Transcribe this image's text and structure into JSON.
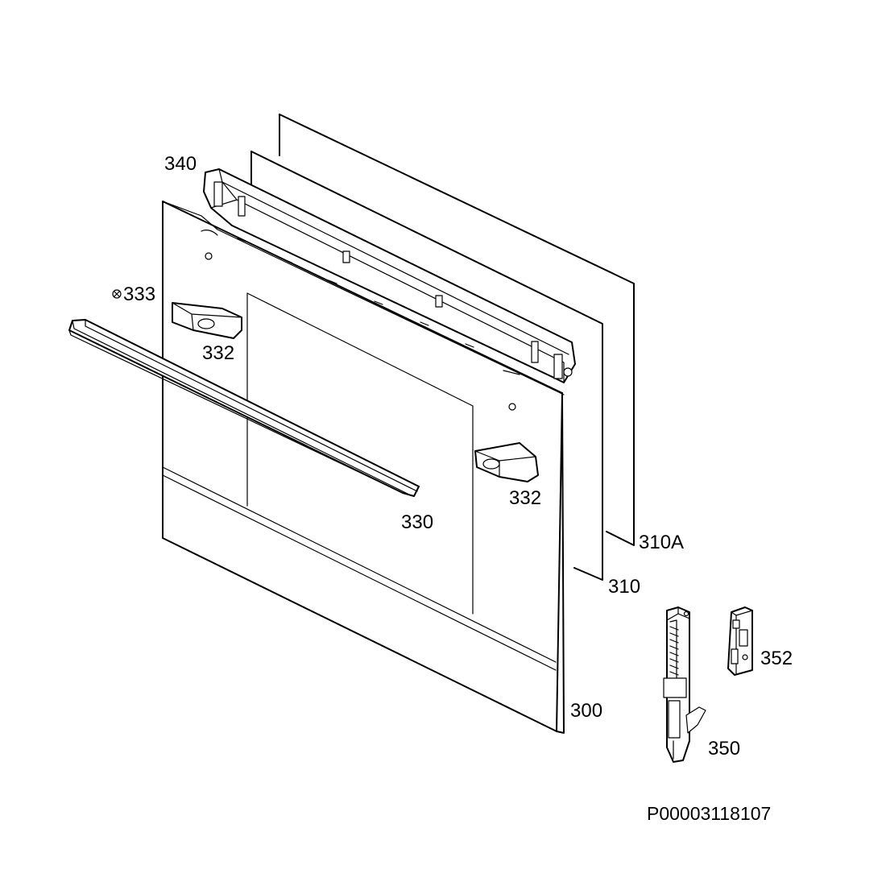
{
  "diagram": {
    "parts": [
      {
        "id": "glass-310a",
        "label": "310A"
      },
      {
        "id": "glass-310",
        "label": "310"
      },
      {
        "id": "top-profile-340",
        "label": "340"
      },
      {
        "id": "screw-333",
        "label": "333"
      },
      {
        "id": "bracket-332-left",
        "label": "332"
      },
      {
        "id": "bracket-332-right",
        "label": "332"
      },
      {
        "id": "handle-330",
        "label": "330"
      },
      {
        "id": "outer-door-300",
        "label": "300"
      },
      {
        "id": "hinge-350",
        "label": "350"
      },
      {
        "id": "hinge-receiver-352",
        "label": "352"
      }
    ],
    "code": "P00003118107"
  }
}
